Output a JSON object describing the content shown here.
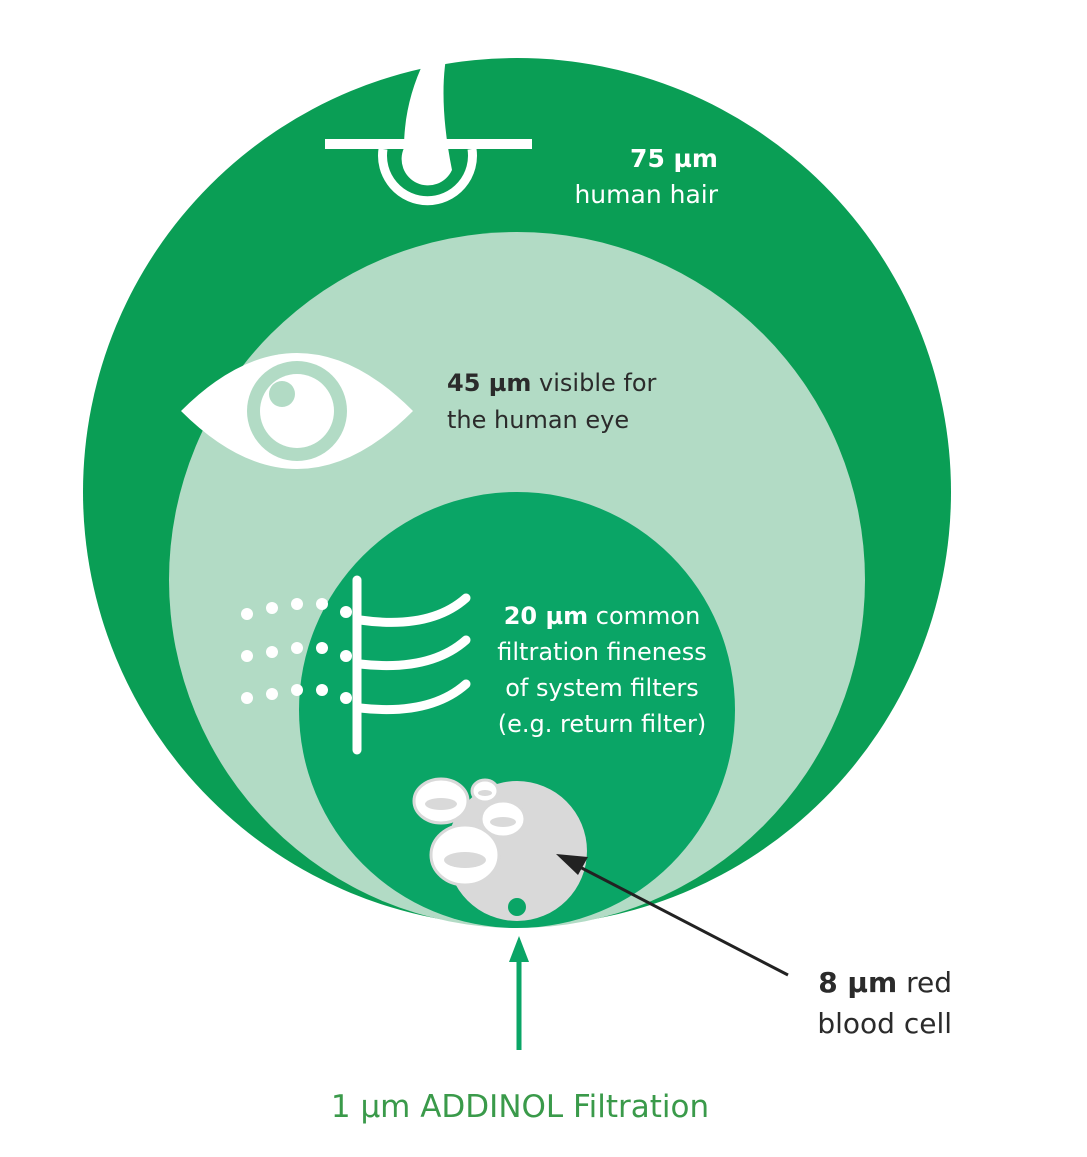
{
  "colors": {
    "outer_green": "#0a9e55",
    "light_green": "#b2dbc5",
    "inner_green": "#0aa566",
    "cell_grey": "#d9d9d9",
    "arrow_dark": "#222222",
    "caption_green": "#3a9a4a",
    "white": "#ffffff"
  },
  "icons": {
    "hair": "hair-follicle-icon",
    "eye": "eye-icon",
    "filter": "filter-icon",
    "blood_cells": "red-blood-cells-icon"
  },
  "labels": {
    "hair": {
      "size": "75 µm",
      "desc": "human hair"
    },
    "eye": {
      "size": "45 µm",
      "desc_1": " visible for",
      "desc_2": "the human eye"
    },
    "filter": {
      "size": "20 µm",
      "desc_1": " common",
      "desc_2": "filtration fineness",
      "desc_3": "of system filters",
      "desc_4": "(e.g. return filter)"
    },
    "blood": {
      "size": "8 µm",
      "desc_1": " red",
      "desc_2": "blood cell"
    },
    "addinol": "1 µm ADDINOL Filtration"
  }
}
